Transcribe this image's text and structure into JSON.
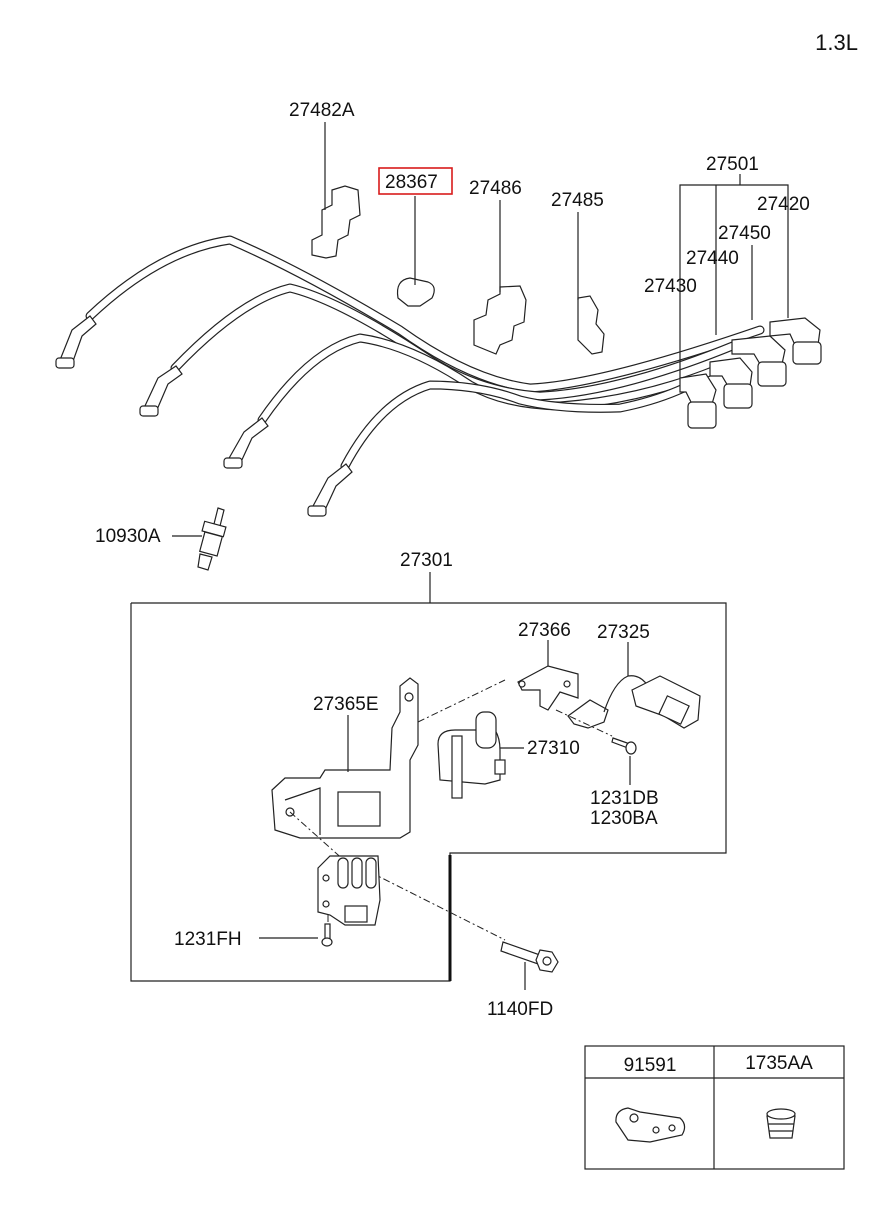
{
  "engine": "1.3L",
  "highlight_color": "#d91c1c",
  "labels": {
    "p27482A": "27482A",
    "p28367": "28367",
    "p27486": "27486",
    "p27485": "27485",
    "p27501": "27501",
    "p27420": "27420",
    "p27450": "27450",
    "p27440": "27440",
    "p27430": "27430",
    "p10930A": "10930A",
    "p27301": "27301",
    "p27366": "27366",
    "p27325": "27325",
    "p27365E": "27365E",
    "p27310": "27310",
    "p1231DB": "1231DB",
    "p1230BA": "1230BA",
    "p1231FH": "1231FH",
    "p1140FD": "1140FD",
    "p91591": "91591",
    "p1735AA": "1735AA"
  }
}
